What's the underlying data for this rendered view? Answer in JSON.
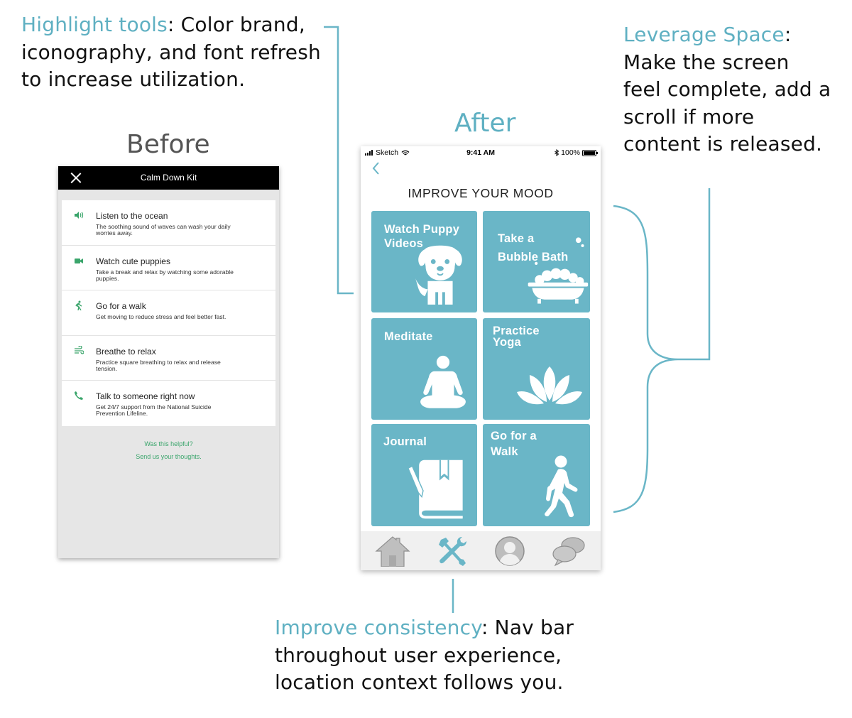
{
  "annotations": {
    "highlight_tools": {
      "heading": "Highlight tools",
      "sep": ":",
      "line1": " Color brand,",
      "line2": "iconography, and font refresh",
      "line3": "to increase utilization."
    },
    "leverage_space": {
      "heading": "Leverage Space",
      "sep": ":",
      "line1": "Make the screen",
      "line2": "feel complete, add a",
      "line3": "scroll if more",
      "line4": "content is released."
    },
    "improve_consistency": {
      "heading": "Improve consistency",
      "sep": ":",
      "line1": " Nav bar",
      "line2": "throughout user experience,",
      "line3": "location context follows you."
    }
  },
  "headings": {
    "before": "Before",
    "after": "After"
  },
  "before": {
    "header_title": "Calm Down Kit",
    "items": [
      {
        "icon": "speaker-icon",
        "title": "Listen to the ocean",
        "desc": "The soothing sound of waves can wash your daily worries away."
      },
      {
        "icon": "video-camera-icon",
        "title": "Watch cute puppies",
        "desc": "Take a break and relax by watching some adorable puppies."
      },
      {
        "icon": "walking-person-icon",
        "title": "Go for a walk",
        "desc": "Get moving to reduce stress and feel better fast."
      },
      {
        "icon": "wind-icon",
        "title": "Breathe to relax",
        "desc": "Practice square breathing to relax and release tension."
      },
      {
        "icon": "phone-icon",
        "title": "Talk to someone right now",
        "desc": "Get 24/7 support from the National Suicide Prevention Lifeline."
      }
    ],
    "helpful_question": "Was this helpful?",
    "feedback_link": "Send us your thoughts."
  },
  "after": {
    "status": {
      "carrier": "Sketch",
      "time": "9:41 AM",
      "battery": "100%",
      "battery_level": 1.0
    },
    "title": "IMPROVE YOUR MOOD",
    "tiles": [
      {
        "label": "Watch Puppy\nVideos",
        "icon": "puppy-icon"
      },
      {
        "label": "Take a\nBubble Bath",
        "icon": "bathtub-icon"
      },
      {
        "label": "Meditate",
        "icon": "meditation-icon"
      },
      {
        "label": "Practice\nYoga",
        "icon": "lotus-icon"
      },
      {
        "label": "Journal",
        "icon": "journal-icon"
      },
      {
        "label": "Go for a\nWalk",
        "icon": "walking-person-icon"
      }
    ],
    "nav": [
      "home-icon",
      "tools-icon",
      "profile-icon",
      "chat-icon"
    ]
  },
  "colors": {
    "accent": "#6ab6c7",
    "annotation": "#5fb0c2",
    "before_green": "#3aa56b"
  }
}
